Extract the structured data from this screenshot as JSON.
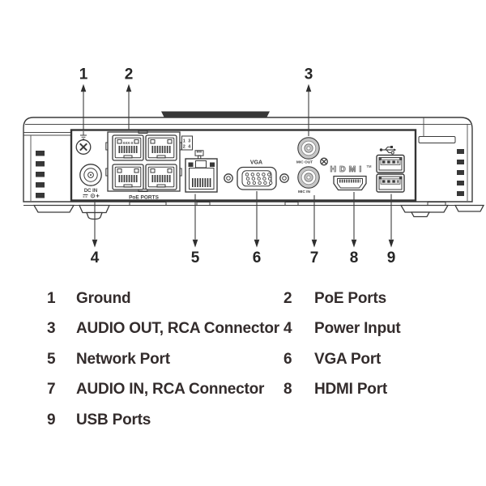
{
  "figure": {
    "top_callouts": [
      {
        "num": "1"
      },
      {
        "num": "2"
      },
      {
        "num": "3"
      }
    ],
    "bottom_callouts": [
      {
        "num": "4"
      },
      {
        "num": "5"
      },
      {
        "num": "6"
      },
      {
        "num": "7"
      },
      {
        "num": "8"
      },
      {
        "num": "9"
      }
    ],
    "panel": {
      "dc_in": "DC IN",
      "poe_ports": "PoE PORTS",
      "poe_jack_marking": "XXX-X",
      "port_map_row1": "1 3",
      "port_map_row2": "2 4",
      "vga": "VGA",
      "mic_out": "MIC OUT",
      "mic_in": "MIC IN",
      "hdmi_logo": "HDMI",
      "hdmi_tm": "TM"
    }
  },
  "legend": {
    "rows": [
      {
        "num": "1",
        "label": "Ground"
      },
      {
        "num": "2",
        "label": "PoE Ports"
      },
      {
        "num": "3",
        "label": "AUDIO OUT, RCA Connector"
      },
      {
        "num": "4",
        "label": "Power Input"
      },
      {
        "num": "5",
        "label": "Network Port"
      },
      {
        "num": "6",
        "label": "VGA Port"
      },
      {
        "num": "7",
        "label": "AUDIO IN, RCA Connector"
      },
      {
        "num": "8",
        "label": "HDMI Port"
      },
      {
        "num": "9",
        "label": "USB Ports"
      }
    ]
  },
  "colors": {
    "line_art": "#3a3a3a",
    "vent_dark": "#373737",
    "connector_gray": "#c6c6c6",
    "callout_text": "#262626",
    "legend_text": "#332c2c",
    "background": "#ffffff"
  }
}
